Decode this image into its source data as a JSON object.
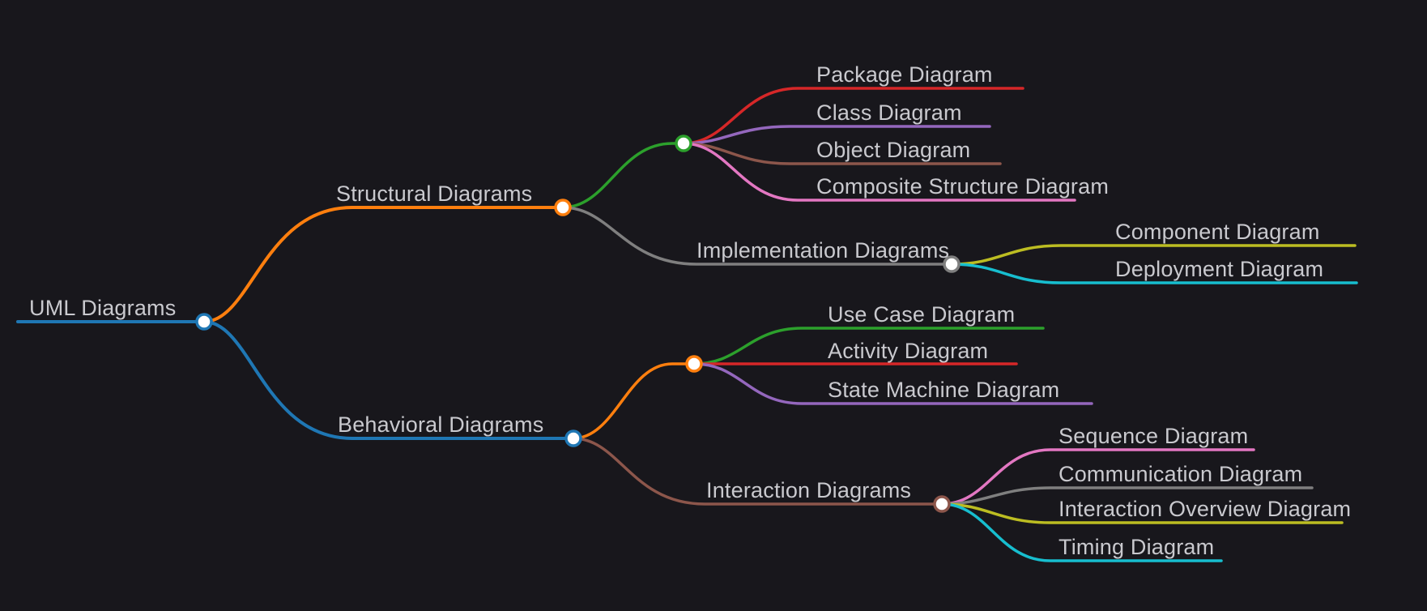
{
  "canvas": {
    "background": "#18171c",
    "text_color": "#c9c9ce",
    "node_fill": "#ffffff"
  },
  "mindmap": {
    "nodes": {
      "root": {
        "label": "UML Diagrams",
        "color": "#1f77b4"
      },
      "structural": {
        "label": "Structural Diagrams",
        "color": "#ff7f0e"
      },
      "structural_group": {
        "label": "",
        "color": "#2ca02c"
      },
      "package": {
        "label": "Package Diagram",
        "color": "#d62728"
      },
      "class": {
        "label": "Class Diagram",
        "color": "#9467bd"
      },
      "object": {
        "label": "Object Diagram",
        "color": "#8c564b"
      },
      "composite": {
        "label": "Composite Structure Diagram",
        "color": "#e377c2"
      },
      "implementation": {
        "label": "Implementation Diagrams",
        "color": "#7f7f7f"
      },
      "component": {
        "label": "Component Diagram",
        "color": "#bcbd22"
      },
      "deployment": {
        "label": "Deployment Diagram",
        "color": "#17becf"
      },
      "behavioral": {
        "label": "Behavioral Diagrams",
        "color": "#1f77b4"
      },
      "behavioral_group": {
        "label": "",
        "color": "#ff7f0e"
      },
      "use_case": {
        "label": "Use Case Diagram",
        "color": "#2ca02c"
      },
      "activity": {
        "label": "Activity Diagram",
        "color": "#d62728"
      },
      "state_machine": {
        "label": "State Machine Diagram",
        "color": "#9467bd"
      },
      "interaction": {
        "label": "Interaction Diagrams",
        "color": "#8c564b"
      },
      "sequence": {
        "label": "Sequence Diagram",
        "color": "#e377c2"
      },
      "communication": {
        "label": "Communication Diagram",
        "color": "#7f7f7f"
      },
      "interaction_overview": {
        "label": "Interaction Overview Diagram",
        "color": "#bcbd22"
      },
      "timing": {
        "label": "Timing Diagram",
        "color": "#17becf"
      }
    },
    "hierarchy": {
      "label": "UML Diagrams",
      "children": [
        {
          "label": "Structural Diagrams",
          "children": [
            {
              "label": "",
              "children": [
                {
                  "label": "Package Diagram"
                },
                {
                  "label": "Class Diagram"
                },
                {
                  "label": "Object Diagram"
                },
                {
                  "label": "Composite Structure Diagram"
                }
              ]
            },
            {
              "label": "Implementation Diagrams",
              "children": [
                {
                  "label": "Component Diagram"
                },
                {
                  "label": "Deployment Diagram"
                }
              ]
            }
          ]
        },
        {
          "label": "Behavioral Diagrams",
          "children": [
            {
              "label": "",
              "children": [
                {
                  "label": "Use Case Diagram"
                },
                {
                  "label": "Activity Diagram"
                },
                {
                  "label": "State Machine Diagram"
                }
              ]
            },
            {
              "label": "Interaction Diagrams",
              "children": [
                {
                  "label": "Sequence Diagram"
                },
                {
                  "label": "Communication Diagram"
                },
                {
                  "label": "Interaction Overview Diagram"
                },
                {
                  "label": "Timing Diagram"
                }
              ]
            }
          ]
        }
      ]
    }
  }
}
